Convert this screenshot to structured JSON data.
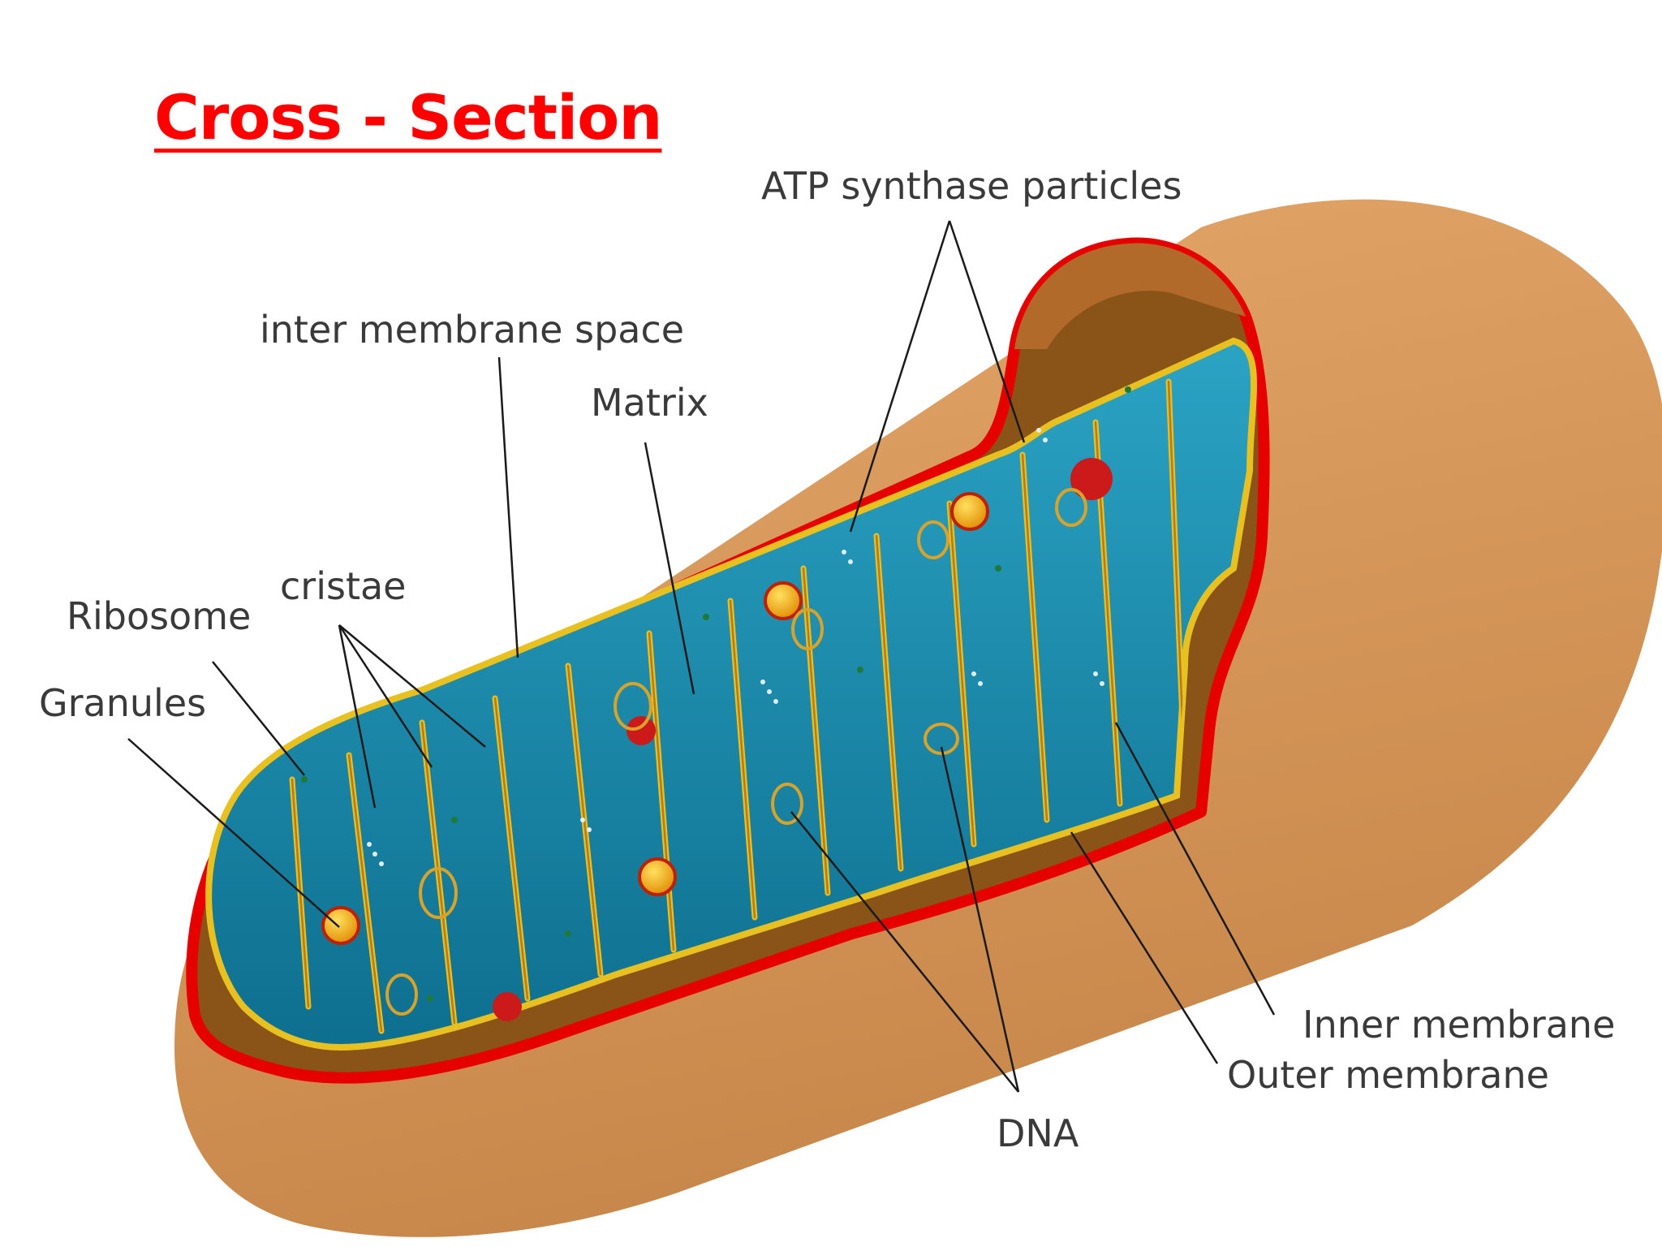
{
  "title": "Cross - Section",
  "colors": {
    "title": "#ff0000",
    "outer_membrane": "#e60000",
    "body": "#d8995a",
    "matrix": "#1a8fb0",
    "inner_membrane": "#e8c020",
    "granule": "#f2a800"
  },
  "labels": {
    "atp": "ATP synthase particles",
    "intermembrane": "inter membrane space",
    "matrix": "Matrix",
    "cristae": "cristae",
    "ribosome": "Ribosome",
    "granules": "Granules",
    "inner_membrane": "Inner membrane",
    "outer_membrane": "Outer membrane",
    "dna": "DNA"
  }
}
